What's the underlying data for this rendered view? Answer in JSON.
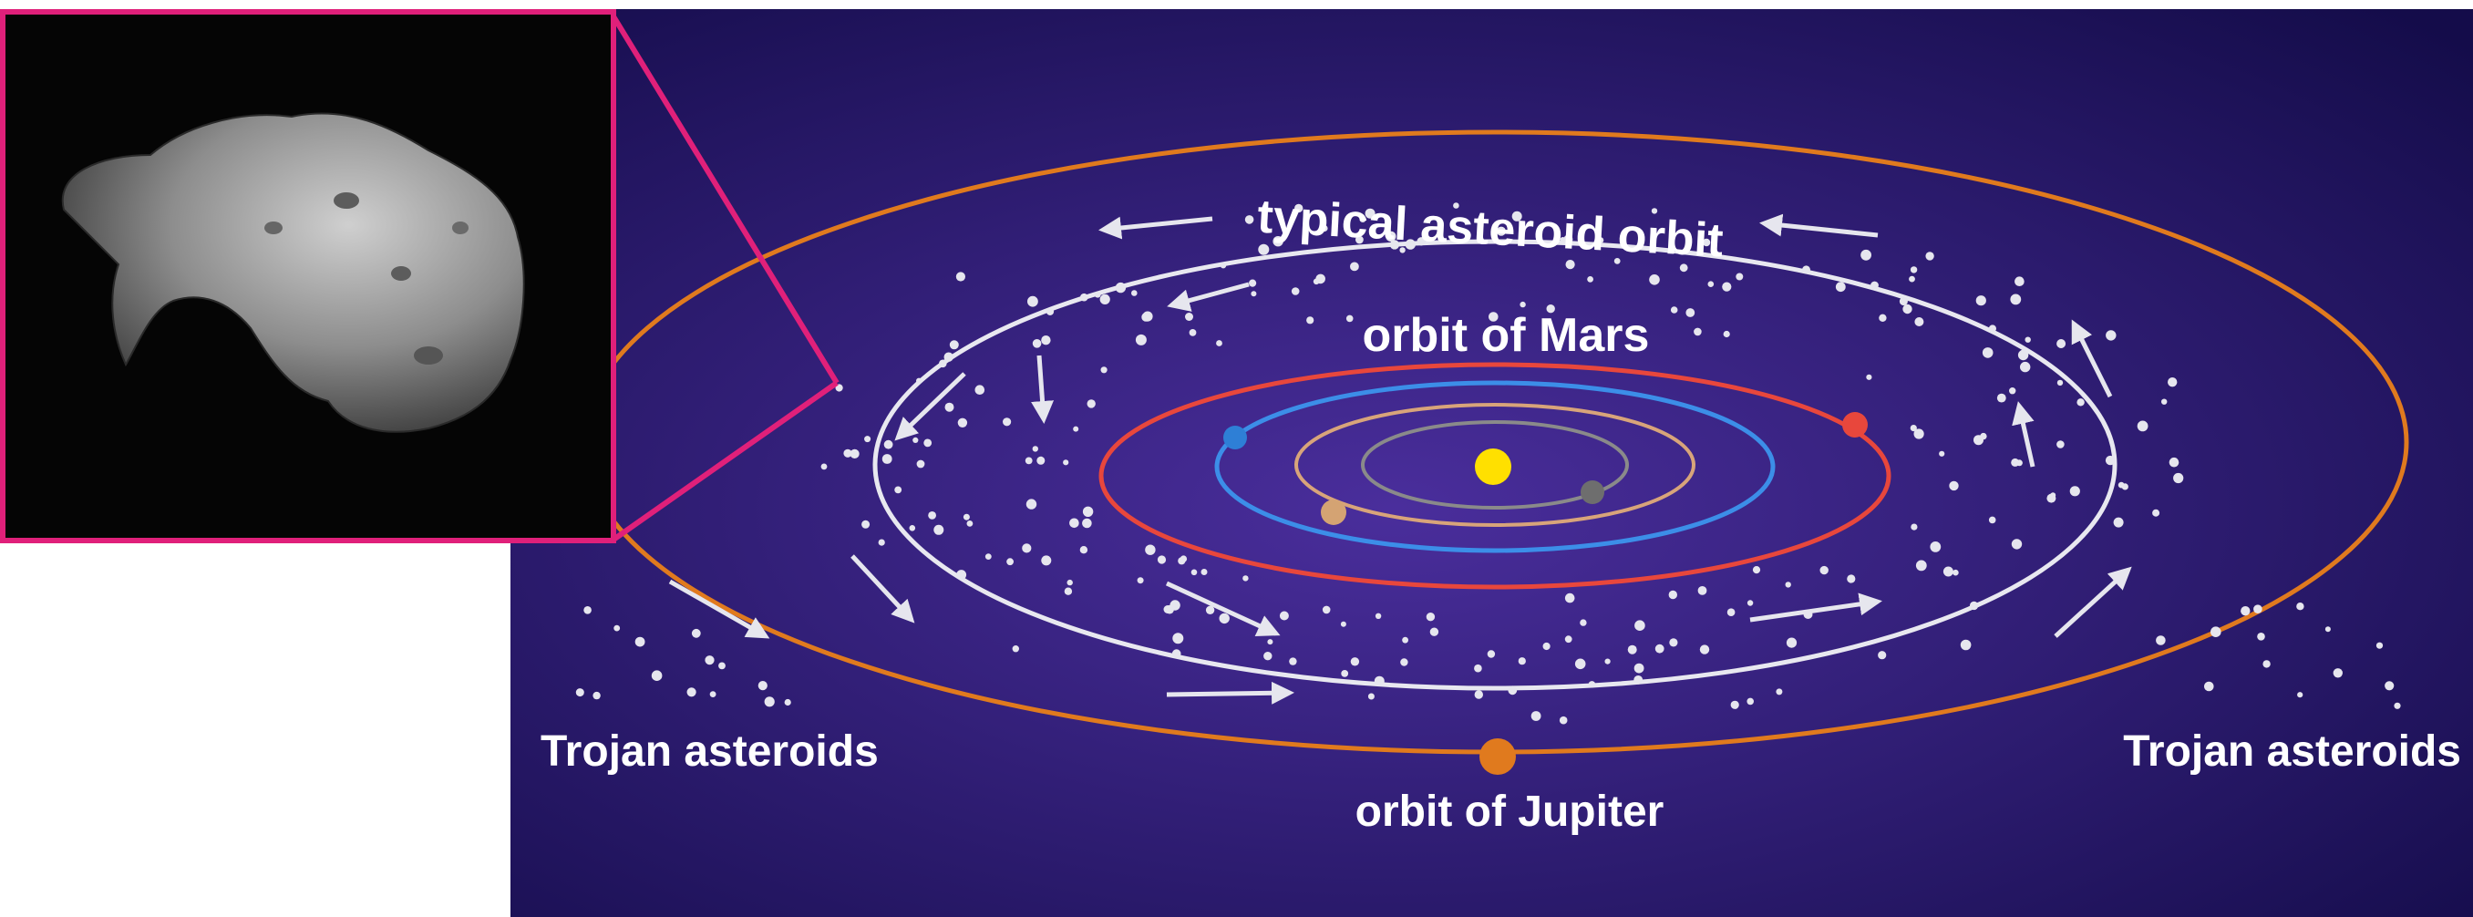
{
  "labels": {
    "asteroid_orbit": "typical asteroid orbit",
    "mars_orbit": "orbit of Mars",
    "jupiter_orbit": "orbit of Jupiter",
    "trojan_left": "Trojan asteroids",
    "trojan_right": "Trojan asteroids"
  },
  "colors": {
    "background_center": "#4a2e9c",
    "background_edge": "#140c4a",
    "sun": "#ffe000",
    "mercury_planet": "#6e6e6e",
    "venus_planet": "#d4a373",
    "earth_planet": "#2e7fd6",
    "earth_orbit": "#3c8ee8",
    "mars_orbit": "#e8473c",
    "jupiter_orbit": "#e07a1e",
    "asteroid_orbit": "#e8e8f0",
    "inset_border": "#e0207a",
    "asteroid_dot": "#e6e6ee"
  },
  "icons": [
    "sun-icon",
    "asteroid-photo",
    "motion-arrow-icon"
  ]
}
